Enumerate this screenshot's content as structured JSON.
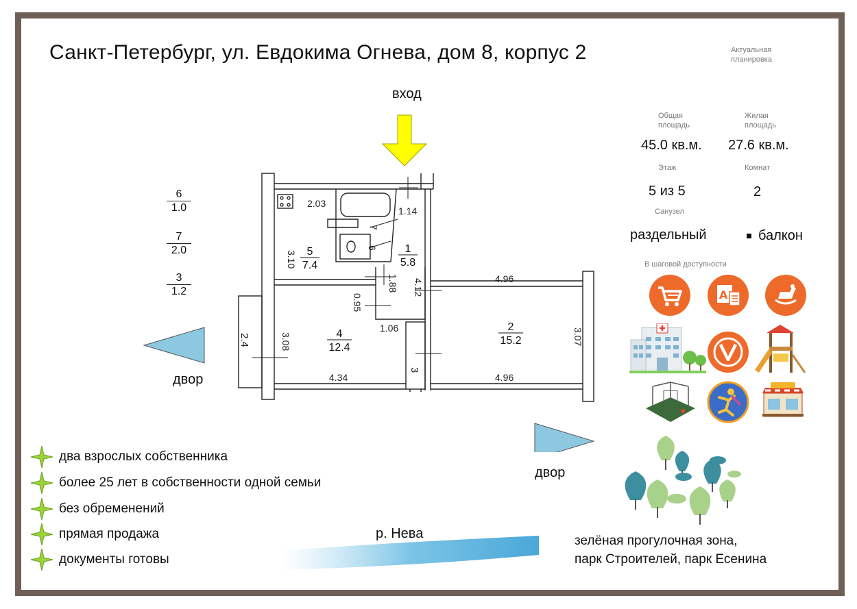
{
  "header": {
    "address": "Санкт-Петербург, ул. Евдокима Огнева, дом 8, корпус 2",
    "layout_note_line1": "Актуальная",
    "layout_note_line2": "планировка"
  },
  "stats": {
    "total_area_label_line1": "Общая",
    "total_area_label_line2": "площадь",
    "total_area_value": "45.0 кв.м.",
    "living_area_label_line1": "Жилая",
    "living_area_label_line2": "площадь",
    "living_area_value": "27.6 кв.м.",
    "floor_label": "Этаж",
    "floor_value": "5 из 5",
    "rooms_label": "Комнат",
    "rooms_value": "2",
    "bathroom_label": "Санузел",
    "bathroom_value": "раздельный",
    "balcony_value": "балкон"
  },
  "poi": {
    "title": "В шаговой доступности",
    "icons": [
      "shopping-cart-icon",
      "school-icon",
      "kindergarten-horse-icon",
      "hospital-icon",
      "metro-icon",
      "playground-icon",
      "sports-ground-icon",
      "fitness-icon",
      "cafe-icon"
    ]
  },
  "plan": {
    "entry_label": "вход",
    "yard_label_left": "двор",
    "yard_label_right": "двор",
    "river_label": "р. Нева",
    "legend": [
      {
        "num": "6",
        "area": "1.0"
      },
      {
        "num": "7",
        "area": "2.0"
      },
      {
        "num": "3",
        "area": "1.2"
      }
    ],
    "rooms": [
      {
        "num": "1",
        "area": "5.8"
      },
      {
        "num": "2",
        "area": "15.2"
      },
      {
        "num": "4",
        "area": "12.4"
      },
      {
        "num": "5",
        "area": "7.4"
      }
    ],
    "dims": {
      "d203": "2.03",
      "d114": "1.14",
      "d310": "3.10",
      "d7": "7",
      "d6": "6",
      "d188": "1.88",
      "d412": "4.12",
      "d095": "0.95",
      "d106": "1.06",
      "d496a": "4.96",
      "d496b": "4.96",
      "d308": "3.08",
      "d434": "4.34",
      "d24": "2.4",
      "d307": "3.07",
      "d3": "3"
    }
  },
  "facts": [
    "два взрослых собственника",
    "более 25 лет в собственности одной семьи",
    "без обременений",
    "прямая продажа",
    "документы готовы"
  ],
  "park": {
    "line1": "зелёная прогулочная зона,",
    "line2": "парк Строителей, парк Есенина"
  },
  "colors": {
    "frame": "#6f5f57",
    "arrow_yellow": "#ffff00",
    "arrow_blue": "#8cc8e0",
    "poi_orange": "#ee6a2a",
    "star_green": "#9bd43a",
    "tree_teal": "#3d8fa0",
    "tree_green": "#a8d18a"
  }
}
